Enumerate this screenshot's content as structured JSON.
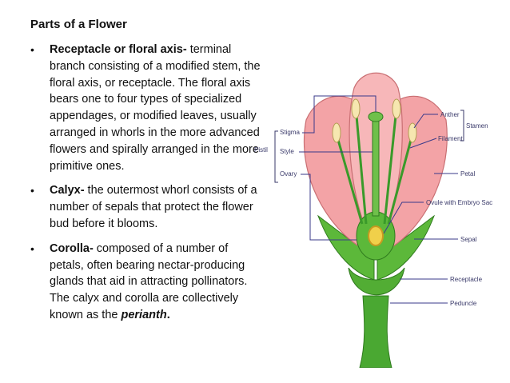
{
  "slide": {
    "title": "Parts of a Flower",
    "bullets": [
      {
        "term": "Receptacle or floral axis-",
        "text": " terminal branch consisting of a modified stem, the floral axis, or receptacle. The floral axis bears one to four types of specialized appendages, or modified leaves, usually arranged in whorls in the more advanced flowers and spirally arranged in the more primitive ones."
      },
      {
        "term": "Calyx-",
        "text": " the outermost whorl consists of a number of sepals that protect the flower bud before it blooms."
      },
      {
        "term": "Corolla-",
        "text": " composed of a number of petals, often bearing nectar-producing glands that aid in attracting pollinators. The calyx and corolla are collectively known as the ",
        "emphasis": "perianth",
        "tail": "."
      }
    ]
  },
  "diagram": {
    "labels": {
      "stigma": "Stigma",
      "pistil": "Pistil",
      "style": "Style",
      "ovary": "Ovary",
      "anther": "Anther",
      "stamen": "Stamen",
      "filament": "Filament",
      "petal": "Petal",
      "ovule": "Ovule with Embryo Sac",
      "sepal": "Sepal",
      "receptacle": "Receptacle",
      "peduncle": "Peduncle"
    }
  }
}
